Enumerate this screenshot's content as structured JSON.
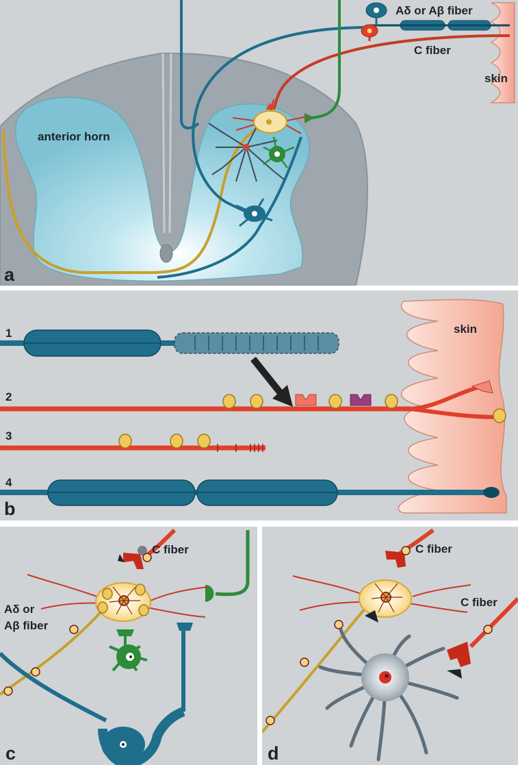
{
  "panels": {
    "a": {
      "letter": "a",
      "labels": {
        "fiber_ab": "Aδ or Aβ fiber",
        "c_fiber": "C fiber",
        "skin": "skin",
        "anterior_horn": "anterior horn"
      }
    },
    "b": {
      "letter": "b",
      "labels": {
        "skin": "skin"
      },
      "rows": [
        "1",
        "2",
        "3",
        "4"
      ]
    },
    "c": {
      "letter": "c",
      "labels": {
        "c_fiber": "C fiber",
        "fiber_ab_1": "Aδ or",
        "fiber_ab_2": "Aβ fiber"
      }
    },
    "d": {
      "letter": "d",
      "labels": {
        "c_fiber_top": "C fiber",
        "c_fiber_right": "C fiber"
      }
    }
  },
  "colors": {
    "background": "#cfd3d6",
    "myelinated_fiber": "#1f6e8c",
    "c_fiber": "#e0402a",
    "excitatory_neuron": "#f3d58a",
    "inhibitory_interneuron": "#2e8b3a",
    "microglia": "#5d6e7c",
    "skin": "#f6b7a7",
    "gray_matter": "#a9dce8"
  }
}
